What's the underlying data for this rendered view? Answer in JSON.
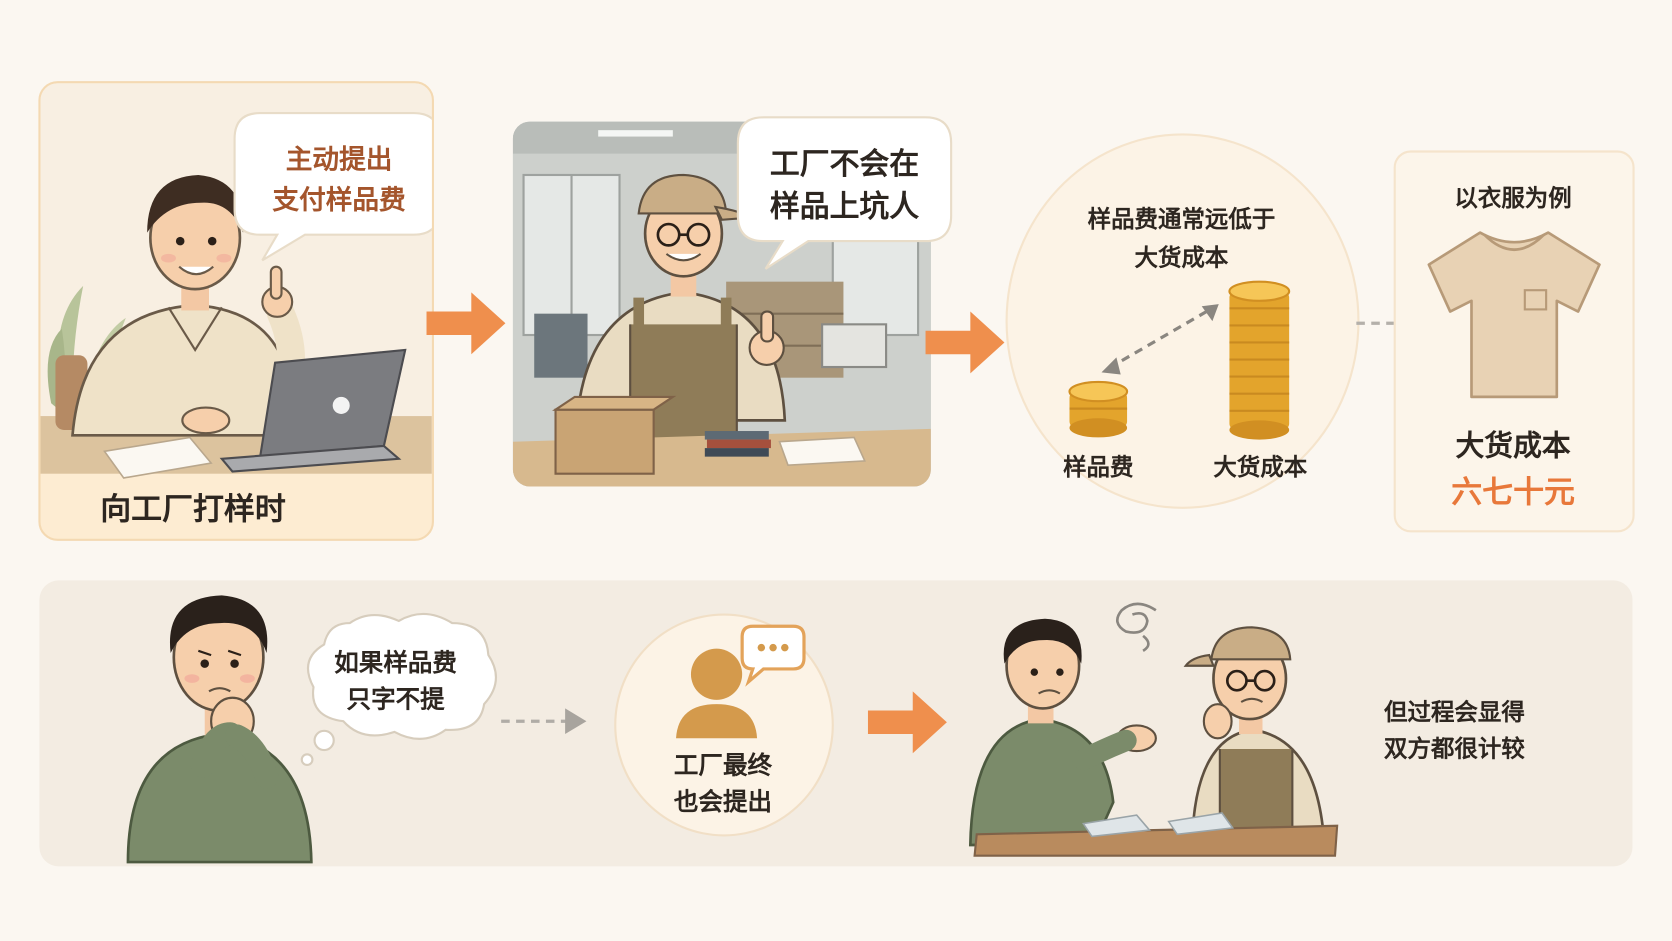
{
  "step1": {
    "caption": "向工厂打样时",
    "bubble_line1": "主动提出",
    "bubble_line2": "支付样品费"
  },
  "step2": {
    "bubble_line1": "工厂不会在",
    "bubble_line2": "样品上坑人"
  },
  "step3": {
    "title_line1": "样品费通常远低于",
    "title_line2": "大货成本",
    "label_sample": "样品费",
    "label_bulk": "大货成本"
  },
  "step4": {
    "title": "以衣服为例",
    "label": "大货成本",
    "value": "六七十元"
  },
  "step5": {
    "bubble_line1": "如果样品费",
    "bubble_line2": "只字不提"
  },
  "step6": {
    "line1": "工厂最终",
    "line2": "也会提出"
  },
  "step7": {
    "line1": "但过程会显得",
    "line2": "双方都很计较"
  },
  "colors": {
    "accent": "#e8783a",
    "panel": "#f3ece2",
    "card": "#fdecd2",
    "gold": "#f0b63c",
    "text": "#2d2620"
  },
  "icons": [
    "laptop-icon",
    "arrow-right-icon",
    "coins-icon",
    "tshirt-icon",
    "thought-bubble-icon",
    "person-icon",
    "chat-bubble-icon",
    "confusion-swirl-icon"
  ]
}
